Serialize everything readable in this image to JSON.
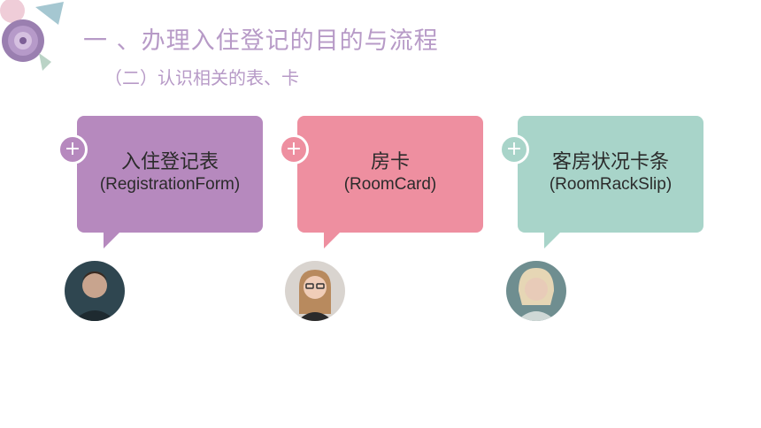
{
  "slide": {
    "title": "一 、办理入住登记的目的与流程",
    "subtitle": "（二）认识相关的表、卡"
  },
  "cards": [
    {
      "name": "入住登记表",
      "english": "(RegistrationForm)",
      "color": "#b689be",
      "plus": "+"
    },
    {
      "name": "房卡",
      "english": "(RoomCard)",
      "color": "#ee8fa0",
      "plus": "+"
    },
    {
      "name": "客房状况卡条",
      "english": "(RoomRackSlip)",
      "color": "#a8d4c9",
      "plus": "+"
    }
  ],
  "colors": {
    "title": "#b79ac7",
    "white": "#ffffff"
  }
}
